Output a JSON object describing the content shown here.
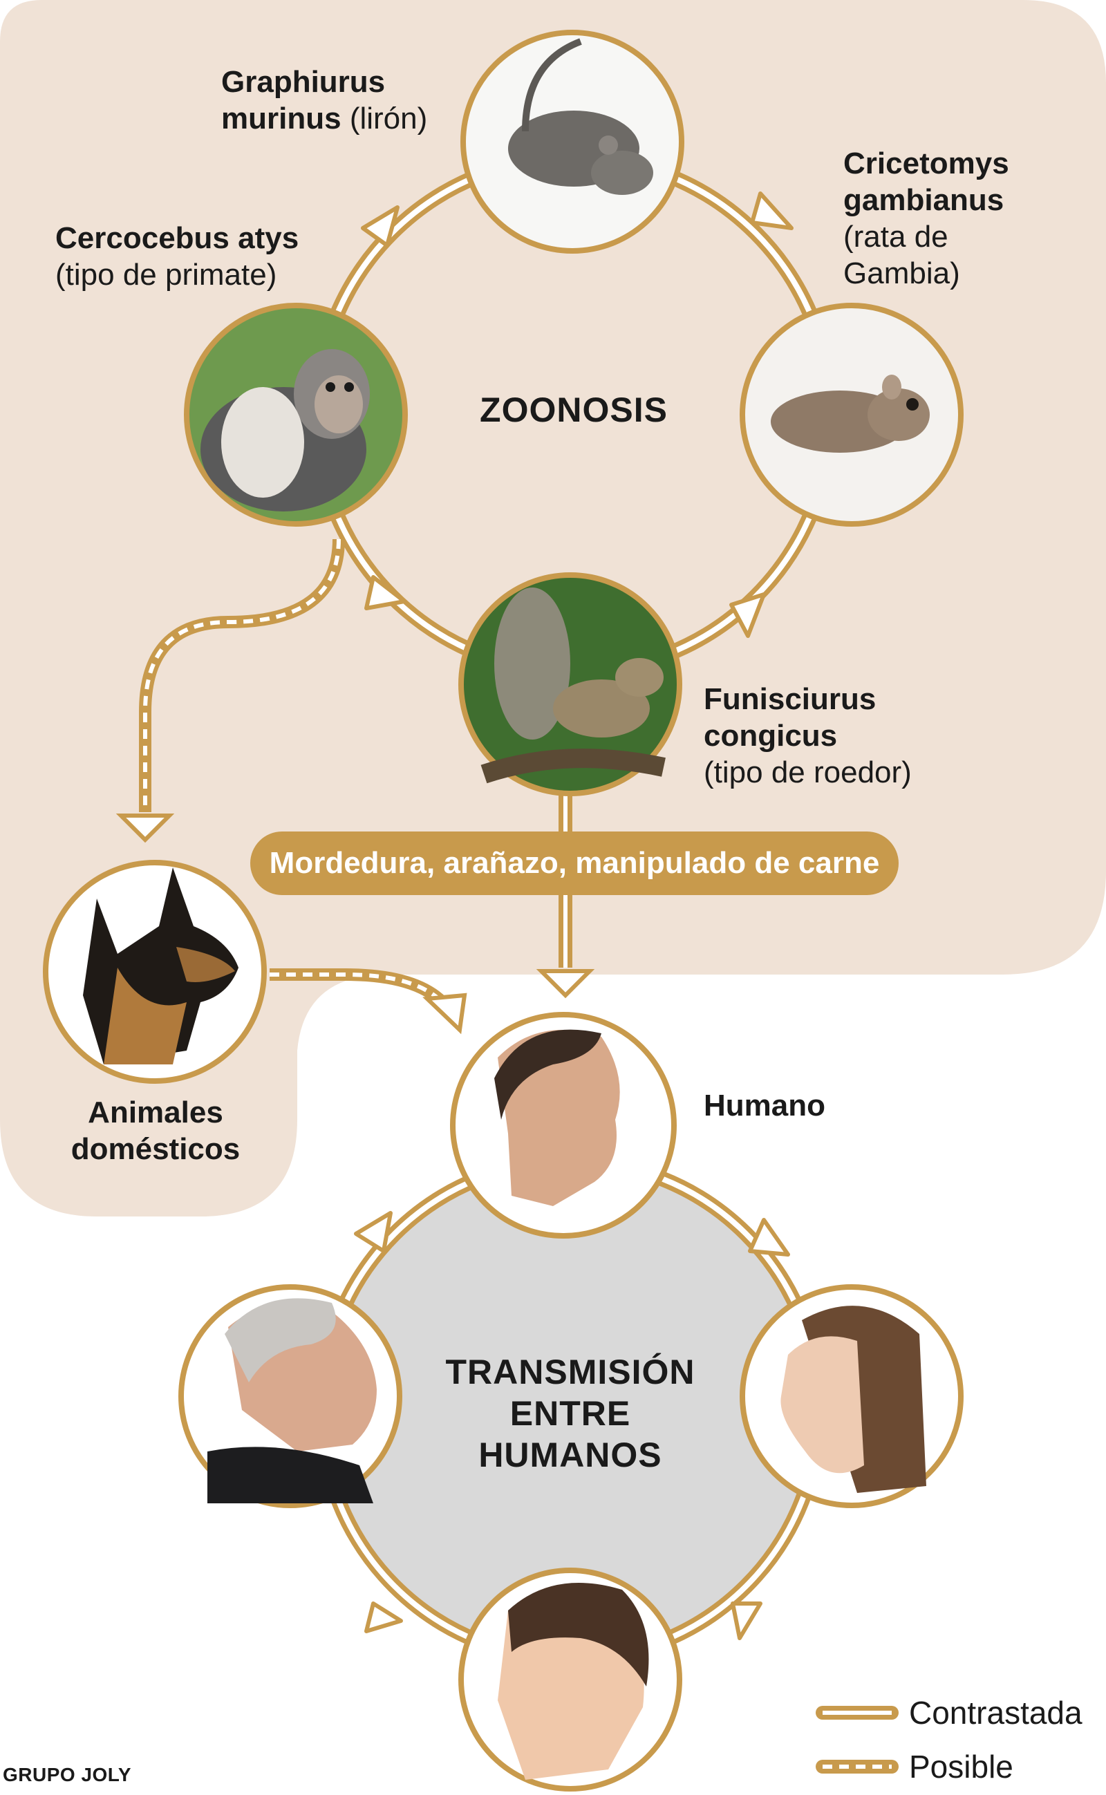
{
  "zoonosis": {
    "title": "ZOONOSIS",
    "nodes": [
      {
        "id": "graphiurus",
        "name": "Graphiurus murinus",
        "name_line1": "Graphiurus",
        "name_line2": "murinus",
        "note": "(lirón)",
        "icon": "dormouse-photo"
      },
      {
        "id": "cricetomys",
        "name_line1": "Cricetomys",
        "name_line2": "gambianus",
        "note_line1": "(rata de",
        "note_line2": "Gambia)",
        "icon": "gambian-rat-photo"
      },
      {
        "id": "funisciurus",
        "name_line1": "Funisciurus",
        "name_line2": "congicus",
        "note": "(tipo de roedor)",
        "icon": "squirrel-photo"
      },
      {
        "id": "cercocebus",
        "name": "Cercocebus atys",
        "note": "(tipo de primate)",
        "icon": "monkey-photo"
      }
    ]
  },
  "domestic": {
    "line1": "Animales",
    "line2": "domésticos",
    "icon": "dog-photo"
  },
  "transmission_label": "Mordedura, arañazo, manipulado de carne",
  "human": {
    "label": "Humano",
    "icon": "man-photo"
  },
  "human_cycle": {
    "title_line1": "TRANSMISIÓN",
    "title_line2": "ENTRE",
    "title_line3": "HUMANOS",
    "nodes": [
      "young-man-photo",
      "young-woman-photo",
      "boy-photo",
      "elderly-man-photo"
    ]
  },
  "legend": {
    "solid": "Contrastada",
    "dashed": "Posible"
  },
  "credit": "GRUPO JOLY",
  "colors": {
    "gold": "#c89a4c",
    "beige": "#f0e2d6",
    "gray": "#d9d9d9"
  }
}
